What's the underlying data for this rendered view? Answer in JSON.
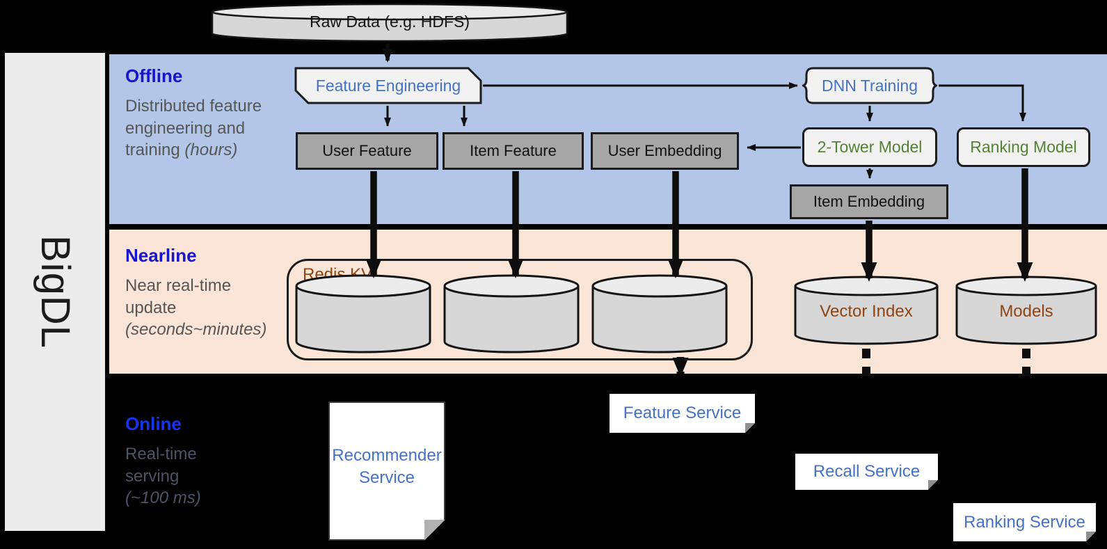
{
  "brand": "BigDL",
  "top": {
    "raw_data": "Raw Data (e.g. HDFS)"
  },
  "lanes": {
    "offline": {
      "title": "Offline",
      "description": "Distributed feature engineering and training ",
      "duration": "(hours)"
    },
    "nearline": {
      "title": "Nearline",
      "description": "Near real-time update",
      "duration": "(seconds~minutes)"
    },
    "online": {
      "title": "Online",
      "description": "Real-time serving",
      "duration": "(~100 ms)"
    }
  },
  "nodes": {
    "feature_engineering": "Feature Engineering",
    "dnn_training": "DNN Training",
    "user_feature": "User Feature",
    "item_feature": "Item Feature",
    "user_embedding": "User Embedding",
    "two_tower_model": "2-Tower Model",
    "ranking_model": "Ranking Model",
    "item_embedding": "Item Embedding",
    "redis_kv": "Redis KV",
    "vector_index": "Vector Index",
    "models": "Models"
  },
  "services": {
    "recommender": "Recommender Service",
    "feature": "Feature Service",
    "recall": "Recall Service",
    "ranking": "Ranking Service"
  },
  "palette": {
    "background": "#000000",
    "band_offline": "#b3c6e7",
    "band_nearline": "#fbe5d6",
    "sidebar": "#ececec",
    "node_gray": "#a6a6a6",
    "node_light": "#f2f2f2",
    "cylinder_body": "#d7d7d7",
    "heading_blue": "#1714cf",
    "online_heading_blue": "#1733f0",
    "label_blue": "#4472c4",
    "label_green": "#548235",
    "label_brown": "#8e4513",
    "desc_gray": "#565656",
    "arrow_black": "#0d0d0d"
  }
}
